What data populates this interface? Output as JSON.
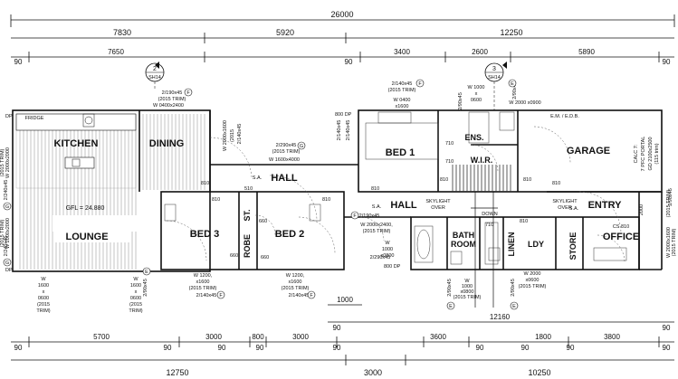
{
  "overall_dims": {
    "total": "26000",
    "top_row": [
      "7830",
      "5920",
      "12250"
    ],
    "upper_row": [
      "7650",
      "3400",
      "2600",
      "5890"
    ],
    "bottom_row1": [
      "5700",
      "3000",
      "800",
      "3000",
      "3600",
      "1800",
      "3800"
    ],
    "bottom_row2": [
      "12750",
      "3000",
      "10250"
    ],
    "bottom_mid": "12160",
    "small_1000": "1000",
    "side_90": "90"
  },
  "rooms": {
    "kitchen": "KITCHEN",
    "dining": "DINING",
    "lounge": "LOUNGE",
    "hall1": "HALL",
    "hall2": "HALL",
    "bed1": "BED 1",
    "bed2": "BED 2",
    "bed3": "BED 3",
    "ens": "ENS.",
    "wir": "W.I.R.",
    "garage": "GARAGE",
    "entry": "ENTRY",
    "office": "OFFICE",
    "bath": "BATH",
    "room": "ROOM",
    "linen": "LINEN",
    "ldy": "LDY",
    "store": "STORE",
    "robe": "ROBE",
    "st": "ST."
  },
  "labels": {
    "fridge": "FRIDGE",
    "gfl": "GFL = 24.880",
    "down": "DOWN",
    "skylight1": "SKYLIGHT",
    "skylight2": "SKYLIGHT",
    "over": "OVER",
    "sa1": "S.A.",
    "sa2": "S.A.",
    "sa3": "S.A.",
    "emedb": "E.M. / E.D.B.",
    "calc": "CALC 7:",
    "pfc": "7 PFC PORTAL",
    "gd": "GD 2100x2500",
    "trim115": "(115 trim)",
    "cs810": "CS 810",
    "dp1": "DP",
    "dp2": "DP",
    "dp3": "800 DP",
    "dp4": "800 DP",
    "sh_top": "2",
    "sh_bot": "SH14",
    "sh_top2": "3",
    "sh_bot2": "SH14"
  },
  "windows": {
    "w0400x2400": "W 0400x2400",
    "w1600x4000": "W 1600x4000",
    "w0400": "W 0400",
    "w0400_x1600": "x1600",
    "w1000": "W 1000",
    "w1000_x": "x",
    "w1000_0600": "0600",
    "w2000_x0900": "W 2000 x0900",
    "w2000_2400": "W 2000x2400,",
    "w2000_trim": "(2015 TRIM)",
    "w1000_0800_w": "W",
    "w1000_0800_v": "1000",
    "w1000_0800_x": "x0800",
    "w1000_b": "W",
    "w1000_b2": "1000",
    "w1000_b3": "x0800",
    "w1000_b4": "(2015 TRIM)",
    "w2000_0600": "W 2000",
    "w2000_0600b": "x0600",
    "w1200a": "W 1200,",
    "w1200a2": "x1600",
    "w1200a3": "(2015 TRIM)",
    "w1200b": "W 1200,",
    "w1200b2": "x1600",
    "w1200b3": "(2015 TRIM)",
    "w1600_w": "W",
    "w1600_v": "1600",
    "w1600_x": "x",
    "w1600_0600": "0600",
    "w1600_trim": "(2015",
    "w1600_trim2": "TRIM)",
    "w1600b_w": "W",
    "w1600b_v": "1600",
    "w1600b_x": "x",
    "w1600b_0600": "0600",
    "w1600b_trim": "(2015",
    "w1600b_trim2": "TRIM)",
    "w2000x2000": "W 2000x2000",
    "w2000_left": "W 2000x2000",
    "w2000x1600": "W 2000x1600",
    "w2000x1600r": "W 2000x1600",
    "w2000_w": "W",
    "w2000_v": "2000",
    "w2000_trimr": "(2015 TRIM)",
    "w2000_trimr2": "(2015 TRIM)",
    "w0600": "W 2000",
    "w0600b": "x0600",
    "trim2015": "(2015 TRIM)",
    "trim2015b": "(2015 TRIM)",
    "trim2015c": "(2015 TRIM)",
    "trim2015d": "(2015"
  },
  "lintels": {
    "l1": "2/190x45",
    "l1t": "(2015 TRIM)",
    "l2": "2/140x45",
    "l2t": "(2015 TRIM)",
    "l3": "2/290x45",
    "l3t": "(2015 TRIM)",
    "l4": "2/140x45",
    "l5": "2/90x45",
    "l6": "2/140x45",
    "l7": "2/290x45",
    "l8": "2/190x45",
    "l9": "2/140x45",
    "l10": "2/140x45",
    "l11": "2/90x45",
    "l12": "2/290x45",
    "l13": "2/240x45",
    "l14": "2/240x45",
    "l15": "2/90x45",
    "l16": "2/90x45",
    "l17": "2/140x45",
    "l18": "2/90x45",
    "l19": "2/90x45"
  },
  "doors": {
    "d810a": "810",
    "d810b": "810",
    "d810c": "810",
    "d810d": "810",
    "d810e": "810",
    "d810f": "810",
    "d810g": "810",
    "d710a": "710",
    "d710b": "710",
    "d660a": "660",
    "d660b": "660",
    "d660c": "660",
    "d710c": "710",
    "d510": "510",
    "d810h": "810"
  },
  "tags": {
    "e": "E",
    "f": "F",
    "g": "G"
  }
}
